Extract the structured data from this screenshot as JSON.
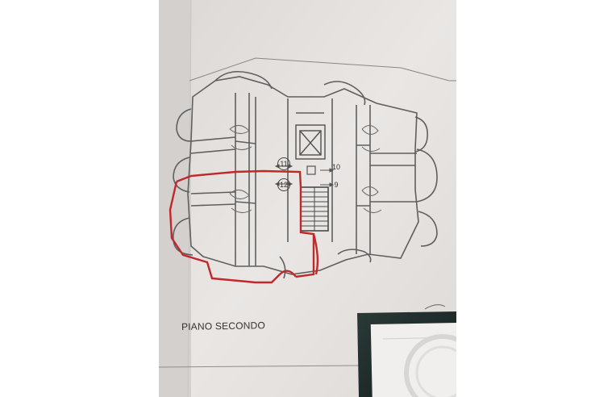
{
  "plan": {
    "caption": "PIANO SECONDO",
    "units": [
      "11",
      "10",
      "12",
      "9"
    ]
  },
  "colors": {
    "paper": "#e9e6e4",
    "ink": "#5a5a5a",
    "highlight": "#c0282a",
    "frame": "#1d2a28"
  }
}
